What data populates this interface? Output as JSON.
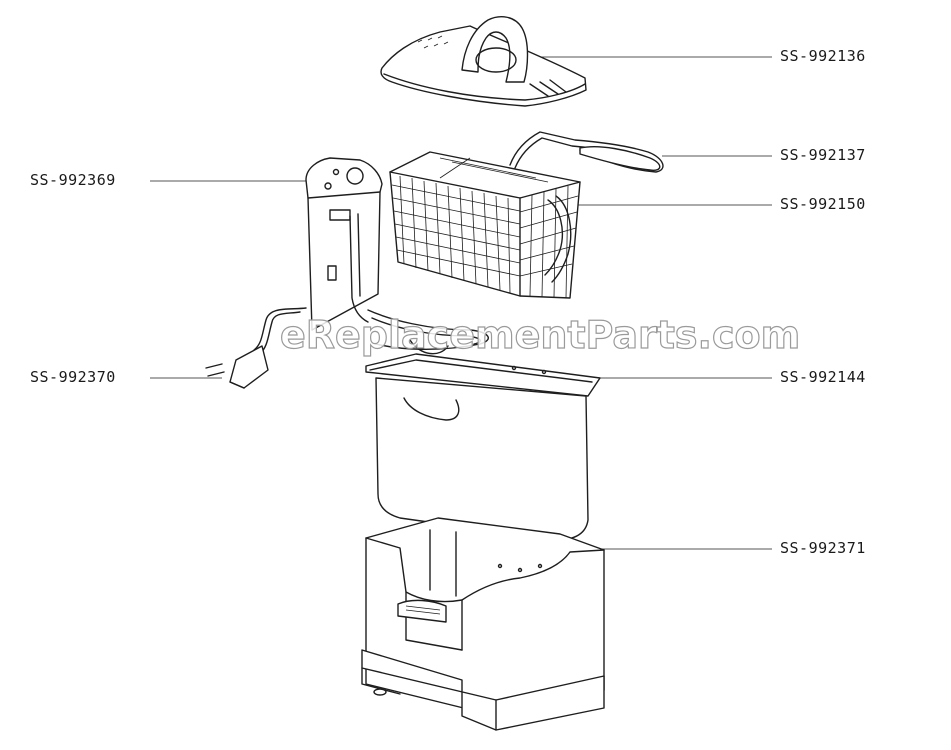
{
  "diagram": {
    "watermark": "eReplacementParts.com",
    "parts": [
      {
        "id": "lid",
        "label": "SS-992136"
      },
      {
        "id": "basket-handle",
        "label": "SS-992137"
      },
      {
        "id": "control-panel",
        "label": "SS-992369"
      },
      {
        "id": "basket",
        "label": "SS-992150"
      },
      {
        "id": "power-cord",
        "label": "SS-992370"
      },
      {
        "id": "oil-tank",
        "label": "SS-992144"
      },
      {
        "id": "housing",
        "label": "SS-992371"
      }
    ]
  }
}
